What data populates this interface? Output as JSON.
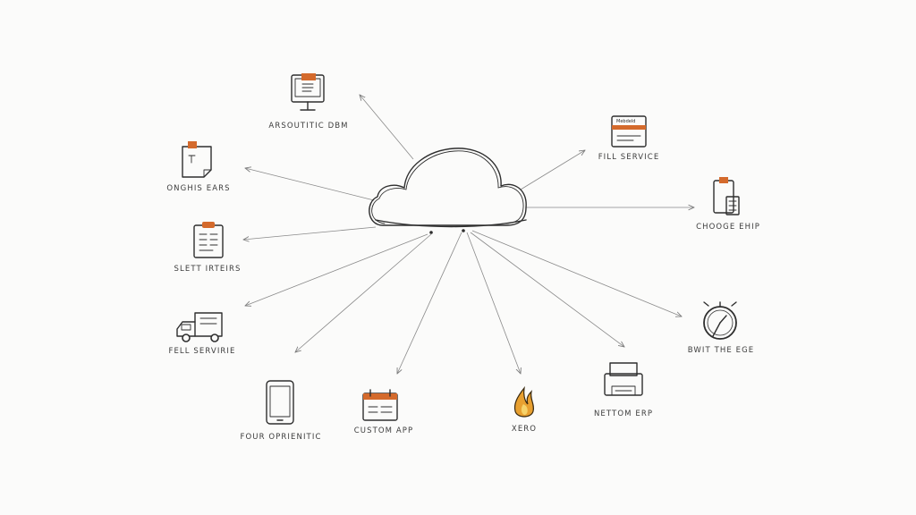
{
  "hub": {
    "icon": "cloud-icon"
  },
  "nodes": [
    {
      "id": "arsoutitic-dbm",
      "label": "ARSOUTITIC DBM",
      "icon": "monitor-icon"
    },
    {
      "id": "onghis-ears",
      "label": "ONGHIS EARS",
      "icon": "sticky-note-icon"
    },
    {
      "id": "slett-irteirs",
      "label": "SLETT IRTEIRS",
      "icon": "clipboard-icon"
    },
    {
      "id": "fell-servirie",
      "label": "FELL SERVIRIE",
      "icon": "delivery-truck-icon"
    },
    {
      "id": "four-oprienitic",
      "label": "FOUR OPRIENITIC",
      "icon": "tablet-icon"
    },
    {
      "id": "custom-app",
      "label": "CUSTOM APP",
      "icon": "calendar-icon"
    },
    {
      "id": "xero",
      "label": "XERO",
      "icon": "flame-icon"
    },
    {
      "id": "nettom-erp",
      "label": "NETTOM ERP",
      "icon": "printer-icon"
    },
    {
      "id": "bwit-the-ege",
      "label": "BWIT THE EGE",
      "icon": "stopwatch-icon"
    },
    {
      "id": "chooge-ehip",
      "label": "CHOOGE EHIP",
      "icon": "calculator-icon"
    },
    {
      "id": "fill-service",
      "label": "FILL SERVICE",
      "icon": "browser-window-icon",
      "window_title": "Mebdeld"
    }
  ],
  "colors": {
    "accent": "#d46a2c",
    "ink": "#2e2e2e",
    "arrow": "#8a8a8a",
    "background": "#fbfbfa"
  }
}
